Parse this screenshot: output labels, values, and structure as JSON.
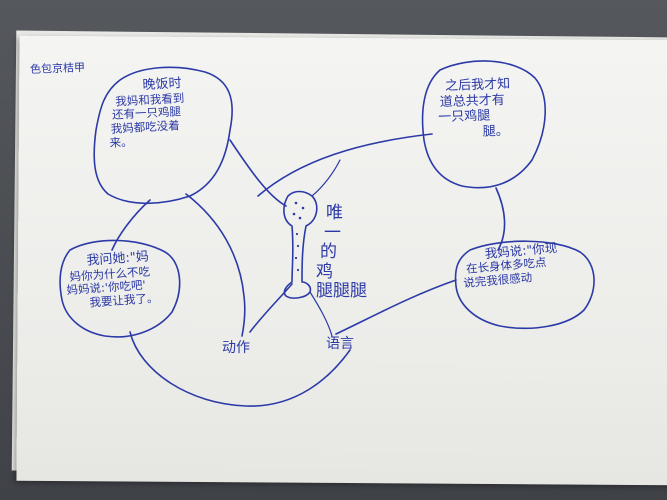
{
  "label": "色包京桔甲",
  "bubbles": {
    "top_left": {
      "lines": [
        "晚饭时",
        "我妈和我看到",
        "还有一只鸡腿",
        "我妈都吃没着",
        "来。"
      ]
    },
    "top_right": {
      "lines": [
        "之后我才知",
        "道总共才有",
        "一只鸡腿",
        "腿。"
      ]
    },
    "bottom_left": {
      "lines": [
        "我问她:\"妈",
        "妈你为什么不吃",
        "妈妈说:'你吃吧'",
        "我要让我了。"
      ]
    },
    "bottom_right": {
      "lines": [
        "我妈说:\"你现",
        "在长身体多吃点",
        "说完我很感动"
      ]
    }
  },
  "center_title": [
    "唯",
    "一",
    "的",
    "鸡",
    "腿腿腿"
  ],
  "branch_labels": {
    "action": "动作",
    "language": "语言"
  },
  "colors": {
    "ink": "#2c3aa8",
    "paper": "#f2f2f0",
    "background": "#4a4d52"
  }
}
